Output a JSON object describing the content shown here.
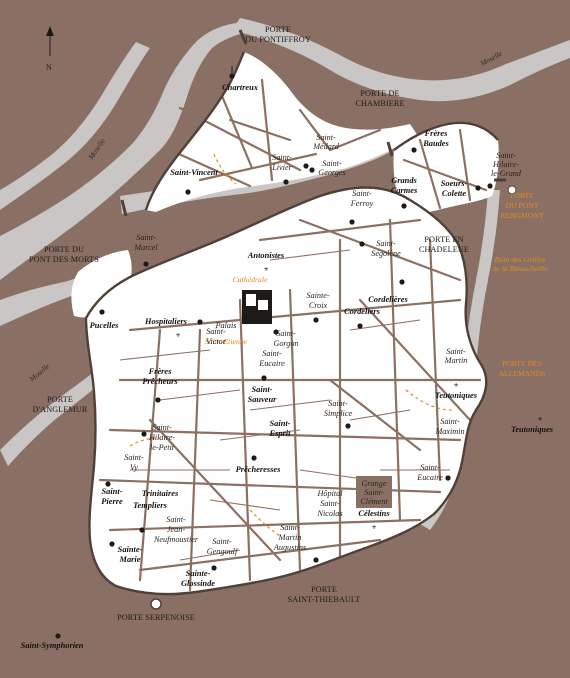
{
  "colors": {
    "land": "#8a7064",
    "water": "#cac6c5",
    "city": "#ffffff",
    "street": "#8c7062",
    "wall": "#4f403a",
    "accent_orange": "#e08a22",
    "symbol": "#1e1a18"
  },
  "compass": {
    "north_label": "N",
    "icon": "north-arrow-icon"
  },
  "rivers": [
    {
      "label": "Moselle"
    },
    {
      "label": "Moselle"
    },
    {
      "label": "Moselle"
    }
  ],
  "gates": [
    {
      "lines": [
        "PORTE",
        "DU PONTIFFROY"
      ]
    },
    {
      "lines": [
        "PORTE DE",
        "CHAMBIERE"
      ]
    },
    {
      "lines": [
        "PORTE DU",
        "PONT DES MORTS"
      ]
    },
    {
      "lines": [
        "PORTE EN",
        "CHADELEUE"
      ]
    },
    {
      "lines": [
        "PORTE",
        "D'ANGLEMUR"
      ]
    },
    {
      "lines": [
        "PORTE SERPENOISE"
      ]
    },
    {
      "lines": [
        "PORTE",
        "SAINT-THIEBAULT"
      ]
    }
  ],
  "orange_labels": [
    {
      "lines": [
        "PORTE",
        "DU PONT",
        "RENGMONT"
      ]
    },
    {
      "lines": [
        "PORTE DES",
        "ALLEMANDS"
      ]
    },
    {
      "lines": [
        "Cathédrale"
      ]
    },
    {
      "lines": [
        "Saint-Etienne"
      ]
    },
    {
      "lines": [
        "Bain des Grilles",
        "de la Basse-Seille"
      ]
    }
  ],
  "religious_sites": [
    {
      "lines": [
        "Chartreux"
      ],
      "style": "bold"
    },
    {
      "lines": [
        "Saint-",
        "Médard"
      ],
      "style": "italic"
    },
    {
      "lines": [
        "Saint-",
        "Georges"
      ],
      "style": "italic"
    },
    {
      "lines": [
        "Saint-",
        "Livier"
      ],
      "style": "italic"
    },
    {
      "lines": [
        "Frères",
        "Baudes"
      ],
      "style": "bold"
    },
    {
      "lines": [
        "Saint-",
        "Hilaire-",
        "le-Grand"
      ],
      "style": "italic"
    },
    {
      "lines": [
        "Saint-Vincent"
      ],
      "style": "bold"
    },
    {
      "lines": [
        "Grands",
        "Carmes"
      ],
      "style": "bold"
    },
    {
      "lines": [
        "Soeurs-",
        "Colette"
      ],
      "style": "bold"
    },
    {
      "lines": [
        "Saint-",
        "Ferroy"
      ],
      "style": "italic"
    },
    {
      "lines": [
        "Saint-",
        "Marcel"
      ],
      "style": "italic"
    },
    {
      "lines": [
        "Saint-",
        "Ségolène"
      ],
      "style": "italic"
    },
    {
      "lines": [
        "Antonistes"
      ],
      "style": "bold"
    },
    {
      "lines": [
        "Sainte-",
        "Croix"
      ],
      "style": "italic"
    },
    {
      "lines": [
        "Cordelières"
      ],
      "style": "bold"
    },
    {
      "lines": [
        "Cordeliers"
      ],
      "style": "bold"
    },
    {
      "lines": [
        "Pucelles"
      ],
      "style": "bold"
    },
    {
      "lines": [
        "Hospitaliers"
      ],
      "style": "bold"
    },
    {
      "lines": [
        "Saint-",
        "Victor"
      ],
      "style": "italic"
    },
    {
      "lines": [
        "Palais"
      ],
      "style": "italic"
    },
    {
      "lines": [
        "Saint-",
        "Gorgon"
      ],
      "style": "italic"
    },
    {
      "lines": [
        "Saint-",
        "Eucaire"
      ],
      "style": "italic"
    },
    {
      "lines": [
        "Frères",
        "Prêcheurs"
      ],
      "style": "bold"
    },
    {
      "lines": [
        "Saint-",
        "Martin"
      ],
      "style": "italic"
    },
    {
      "lines": [
        "Saint-",
        "Sauveur"
      ],
      "style": "bold"
    },
    {
      "lines": [
        "Teutoniques"
      ],
      "style": "bold"
    },
    {
      "lines": [
        "Teutoniques"
      ],
      "style": "bold"
    },
    {
      "lines": [
        "Saint-",
        "Simplice"
      ],
      "style": "italic"
    },
    {
      "lines": [
        "Saint-",
        "Esprit"
      ],
      "style": "bold"
    },
    {
      "lines": [
        "Saint-",
        "Hilaire-",
        "le-Petit"
      ],
      "style": "italic"
    },
    {
      "lines": [
        "Saint-",
        "Maximin"
      ],
      "style": "italic"
    },
    {
      "lines": [
        "Saint-",
        "Vy"
      ],
      "style": "italic"
    },
    {
      "lines": [
        "Prêcheresses"
      ],
      "style": "bold"
    },
    {
      "lines": [
        "Saint-",
        "Eucaire"
      ],
      "style": "italic"
    },
    {
      "lines": [
        "Saint-",
        "Pierre"
      ],
      "style": "bold"
    },
    {
      "lines": [
        "Trinitaires"
      ],
      "style": "bold"
    },
    {
      "lines": [
        "Templiers"
      ],
      "style": "bold"
    },
    {
      "lines": [
        "Saint-",
        "Jean-",
        "Neufmoustier"
      ],
      "style": "italic"
    },
    {
      "lines": [
        "Hôpital",
        "Saint-",
        "Nicolas"
      ],
      "style": "plain"
    },
    {
      "lines": [
        "Grange",
        "Saint-",
        "Clément"
      ],
      "style": "plain"
    },
    {
      "lines": [
        "Célestins"
      ],
      "style": "bold"
    },
    {
      "lines": [
        "Sainte-",
        "Marie"
      ],
      "style": "bold"
    },
    {
      "lines": [
        "Saint-",
        "Gengoulf"
      ],
      "style": "italic"
    },
    {
      "lines": [
        "Saint-",
        "Martin",
        "Augustins"
      ],
      "style": "italic"
    },
    {
      "lines": [
        "Sainte-",
        "Glossinde"
      ],
      "style": "bold"
    },
    {
      "lines": [
        "Saint-Symphorien"
      ],
      "style": "bold"
    }
  ]
}
